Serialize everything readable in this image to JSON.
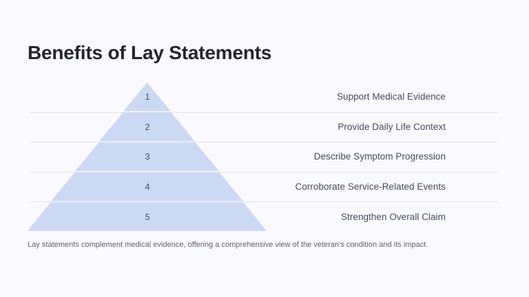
{
  "slide": {
    "title": "Benefits of Lay Statements",
    "caption": "Lay statements complement medical evidence, offering a comprehensive view of the veteran's condition and its impact.",
    "background_color": "#faf9fd",
    "title_color": "#23242f",
    "band_color": "#ccd9f4",
    "divider_color": "#dfe2ee",
    "label_color": "#454b60",
    "number_color": "#4b5167"
  },
  "chart_data": {
    "type": "pyramid",
    "title": "Benefits of Lay Statements",
    "levels": [
      {
        "number": "1",
        "label": "Support Medical Evidence"
      },
      {
        "number": "2",
        "label": "Provide Daily Life Context"
      },
      {
        "number": "3",
        "label": "Describe Symptom Progression"
      },
      {
        "number": "4",
        "label": "Corroborate Service-Related Events"
      },
      {
        "number": "5",
        "label": "Strengthen Overall Claim"
      }
    ]
  }
}
